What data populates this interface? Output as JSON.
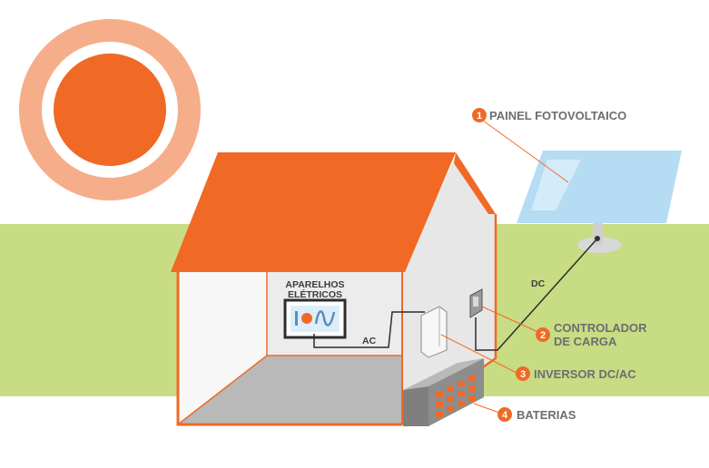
{
  "colors": {
    "orange": "#f06a25",
    "sun_ring": "#f6ad8a",
    "grass": "#c8dc84",
    "wall_light": "#f2f2f2",
    "wall_side": "#dcdcdc",
    "panel_blue": "#b6dcf3",
    "battery": "#8d8d8d",
    "label_gray": "#6b6e70"
  },
  "components": [
    {
      "number": "1",
      "label": "PAINEL FOTOVOLTAICO"
    },
    {
      "number": "2",
      "label_line1": "CONTROLADOR",
      "label_line2": "DE CARGA"
    },
    {
      "number": "3",
      "label": "INVERSOR DC/AC"
    },
    {
      "number": "4",
      "label": "BATERIAS"
    }
  ],
  "appliances": {
    "line1": "APARELHOS",
    "line2": "ELÉTRICOS"
  },
  "wires": {
    "dc_label": "DC",
    "ac_label": "AC"
  }
}
